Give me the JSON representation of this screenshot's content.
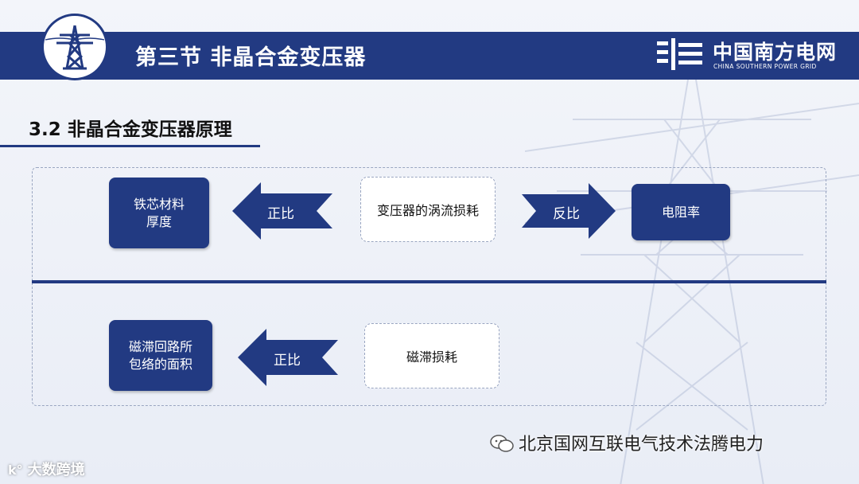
{
  "header": {
    "title": "第三节 非晶合金变压器"
  },
  "brand": {
    "name_cn": "中国南方电网",
    "name_en": "CHINA SOUTHERN POWER GRID"
  },
  "section": {
    "title": "3.2 非晶合金变压器原理"
  },
  "top_row": {
    "left_box": "铁芯材料\n厚度",
    "left_arrow": "正比",
    "center_box": "变压器的涡流损耗",
    "right_arrow": "反比",
    "right_box": "电阻率"
  },
  "bottom_row": {
    "left_box": "磁滞回路所\n包络的面积",
    "left_arrow": "正比",
    "center_box": "磁滞损耗"
  },
  "watermark": {
    "text": "北京国网互联电气技术法腾电力"
  },
  "footer": {
    "brand": "大数跨境"
  },
  "colors": {
    "primary": "#223a82",
    "panel_border": "#9aa6c1",
    "background": "#eef1f8"
  }
}
